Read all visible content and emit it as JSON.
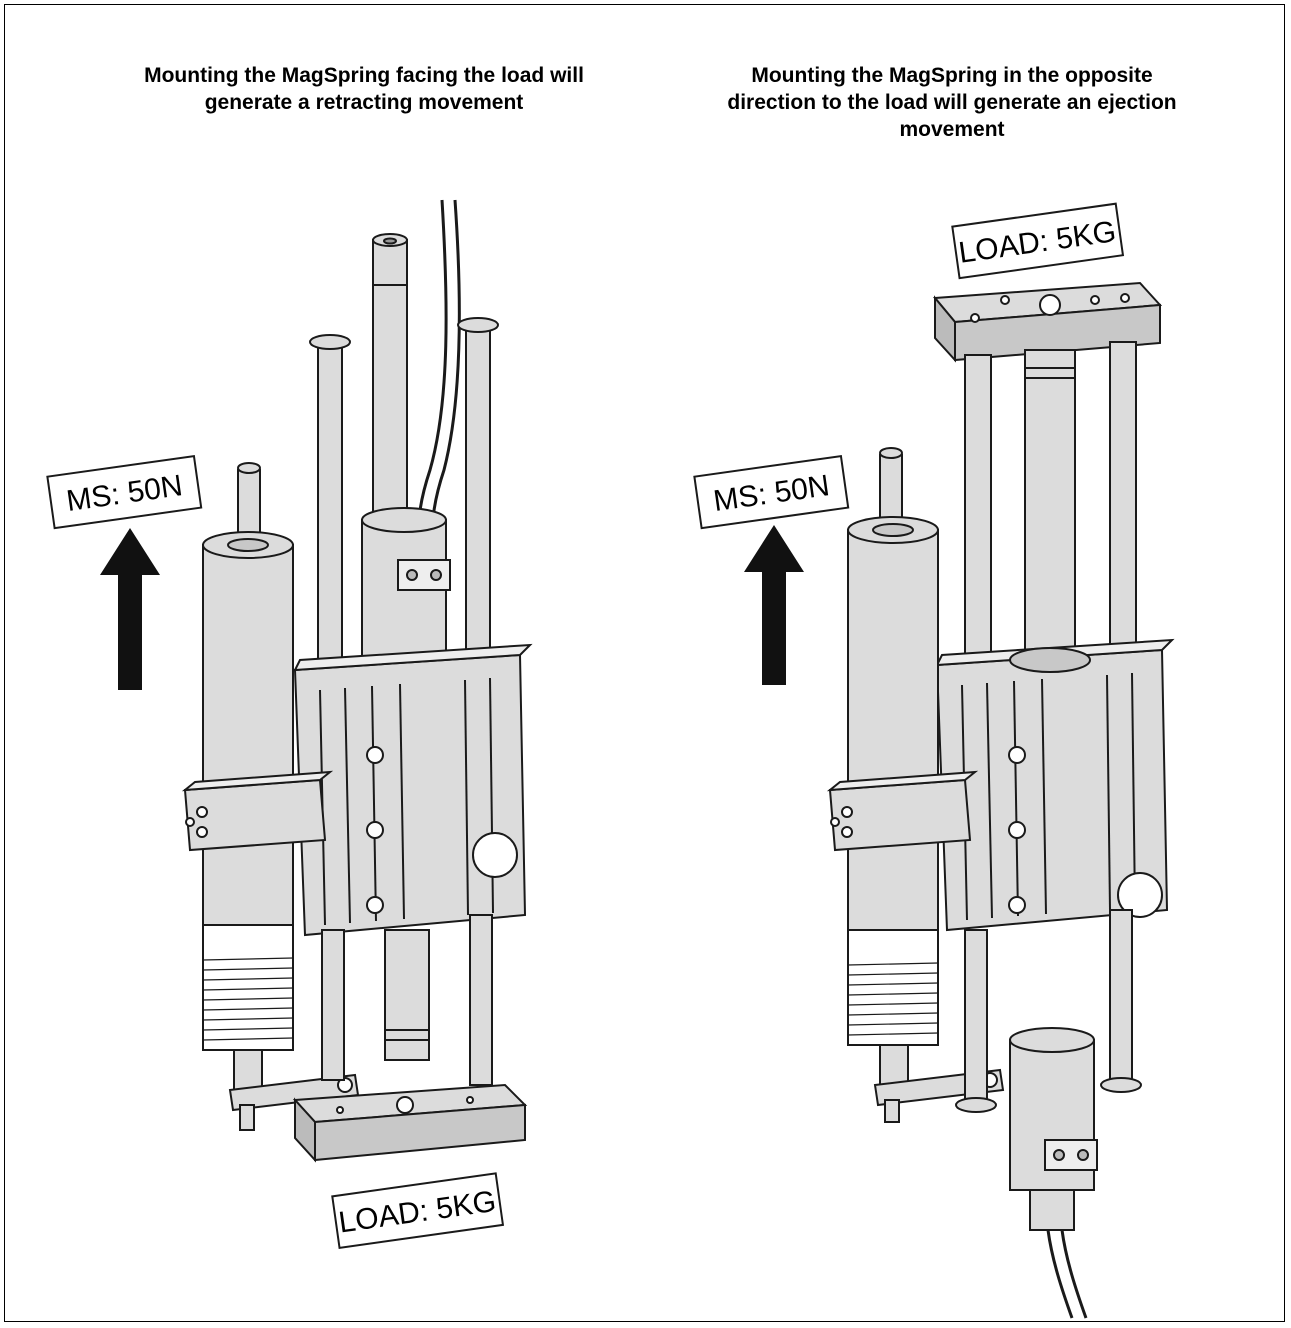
{
  "captions": {
    "left": "Mounting the MagSpring facing the load will generate a retracting movement",
    "right": "Mounting the MagSpring in the opposite direction to the load will generate an ejection movement"
  },
  "left_panel": {
    "ms_label": "MS: 50N",
    "load_label": "LOAD: 5KG"
  },
  "right_panel": {
    "ms_label": "MS: 50N",
    "load_label": "LOAD: 5KG"
  },
  "colors": {
    "steel": "#dcdcdc",
    "steel_dark": "#bdbdbd",
    "line": "#1a1a1a",
    "arrow": "#111111"
  }
}
